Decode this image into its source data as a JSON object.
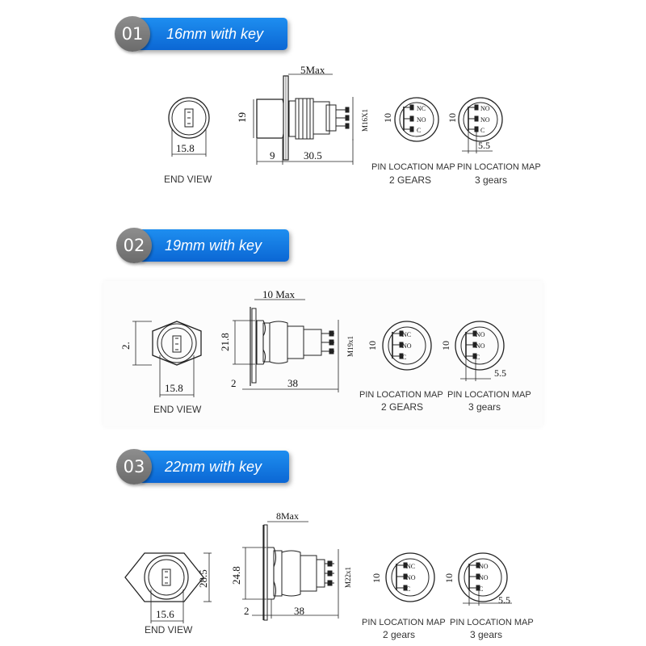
{
  "sections": [
    {
      "number": "01",
      "title": "16mm with key",
      "end_view": {
        "label": "END VIEW",
        "width_dim": "15.8"
      },
      "side_view": {
        "max_dim": "5Max",
        "height_dim": "19",
        "front_dim": "9",
        "length_dim": "30.5",
        "thread": "M16X1"
      },
      "pin_2": {
        "caption1": "PIN LOCATION MAP",
        "caption2": "2 GEARS",
        "dim": "10",
        "pins": [
          "NC",
          "NO",
          "C"
        ]
      },
      "pin_3": {
        "caption1": "PIN LOCATION MAP",
        "caption2": "3 gears",
        "dim": "10",
        "dim2": "5.5",
        "pins": [
          "NO",
          "NO",
          "C"
        ]
      }
    },
    {
      "number": "02",
      "title": "19mm with key",
      "end_view": {
        "label": "END VIEW",
        "width_dim": "15.8",
        "side_dim": "2."
      },
      "side_view": {
        "max_dim": "10 Max",
        "height_dim": "21.8",
        "front_dim": "2",
        "length_dim": "38",
        "thread": "M19x1"
      },
      "pin_2": {
        "caption1": "PIN LOCATION MAP",
        "caption2": "2 GEARS",
        "dim": "10",
        "pins": [
          "NC",
          "NO",
          "C"
        ]
      },
      "pin_3": {
        "caption1": "PIN LOCATION MAP",
        "caption2": "3 gears",
        "dim": "10",
        "dim2": "5.5",
        "pins": [
          "NO",
          "NO",
          "C"
        ]
      }
    },
    {
      "number": "03",
      "title": "22mm with key",
      "end_view": {
        "label": "END VIEW",
        "width_dim": "15.6",
        "side_dim": "28.5"
      },
      "side_view": {
        "max_dim": "8Max",
        "height_dim": "24.8",
        "front_dim": "2",
        "length_dim": "38",
        "thread": "M22x1"
      },
      "pin_2": {
        "caption1": "PIN LOCATION MAP",
        "caption2": "2 gears",
        "dim": "10",
        "pins": [
          "NC",
          "NO",
          "C"
        ]
      },
      "pin_3": {
        "caption1": "PIN LOCATION MAP",
        "caption2": "3 gears",
        "dim": "10",
        "dim2": "5.5",
        "pins": [
          "NO",
          "NO",
          "C"
        ]
      }
    }
  ]
}
